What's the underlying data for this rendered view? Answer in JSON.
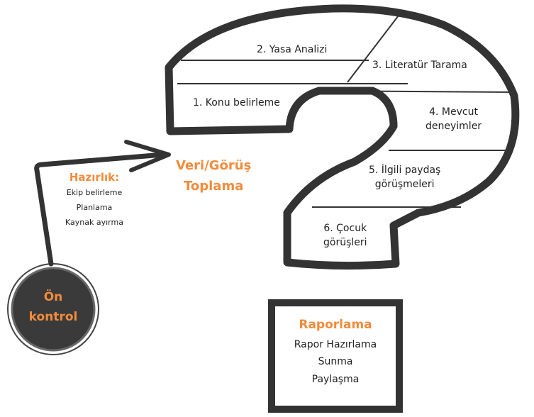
{
  "steps": {
    "s1": "1.   Konu belirleme",
    "s2": "2. Yasa Analizi",
    "s3": "3. Literatür Tarama",
    "s4_l1": "4. Mevcut",
    "s4_l2": "deneyimler",
    "s5_l1": "5. İlgili paydaş",
    "s5_l2": "görüşmeleri",
    "s6_l1": "6. Çocuk",
    "s6_l2": "görüşleri"
  },
  "collection": {
    "title_l1": "Veri/Görüş",
    "title_l2": "Toplama"
  },
  "preparation": {
    "title": "Hazırlık:",
    "items": [
      "Ekip belirleme",
      "Planlama",
      "Kaynak ayırma"
    ]
  },
  "precontrol": {
    "l1": "Ön",
    "l2": "kontrol"
  },
  "reporting": {
    "title": "Raporlama",
    "items": [
      "Rapor Hazırlama",
      "Sunma",
      "Paylaşma"
    ]
  },
  "colors": {
    "accent": "#f28b3c",
    "ink": "#2e2e2e",
    "circle_fill": "#3a3a3a"
  }
}
